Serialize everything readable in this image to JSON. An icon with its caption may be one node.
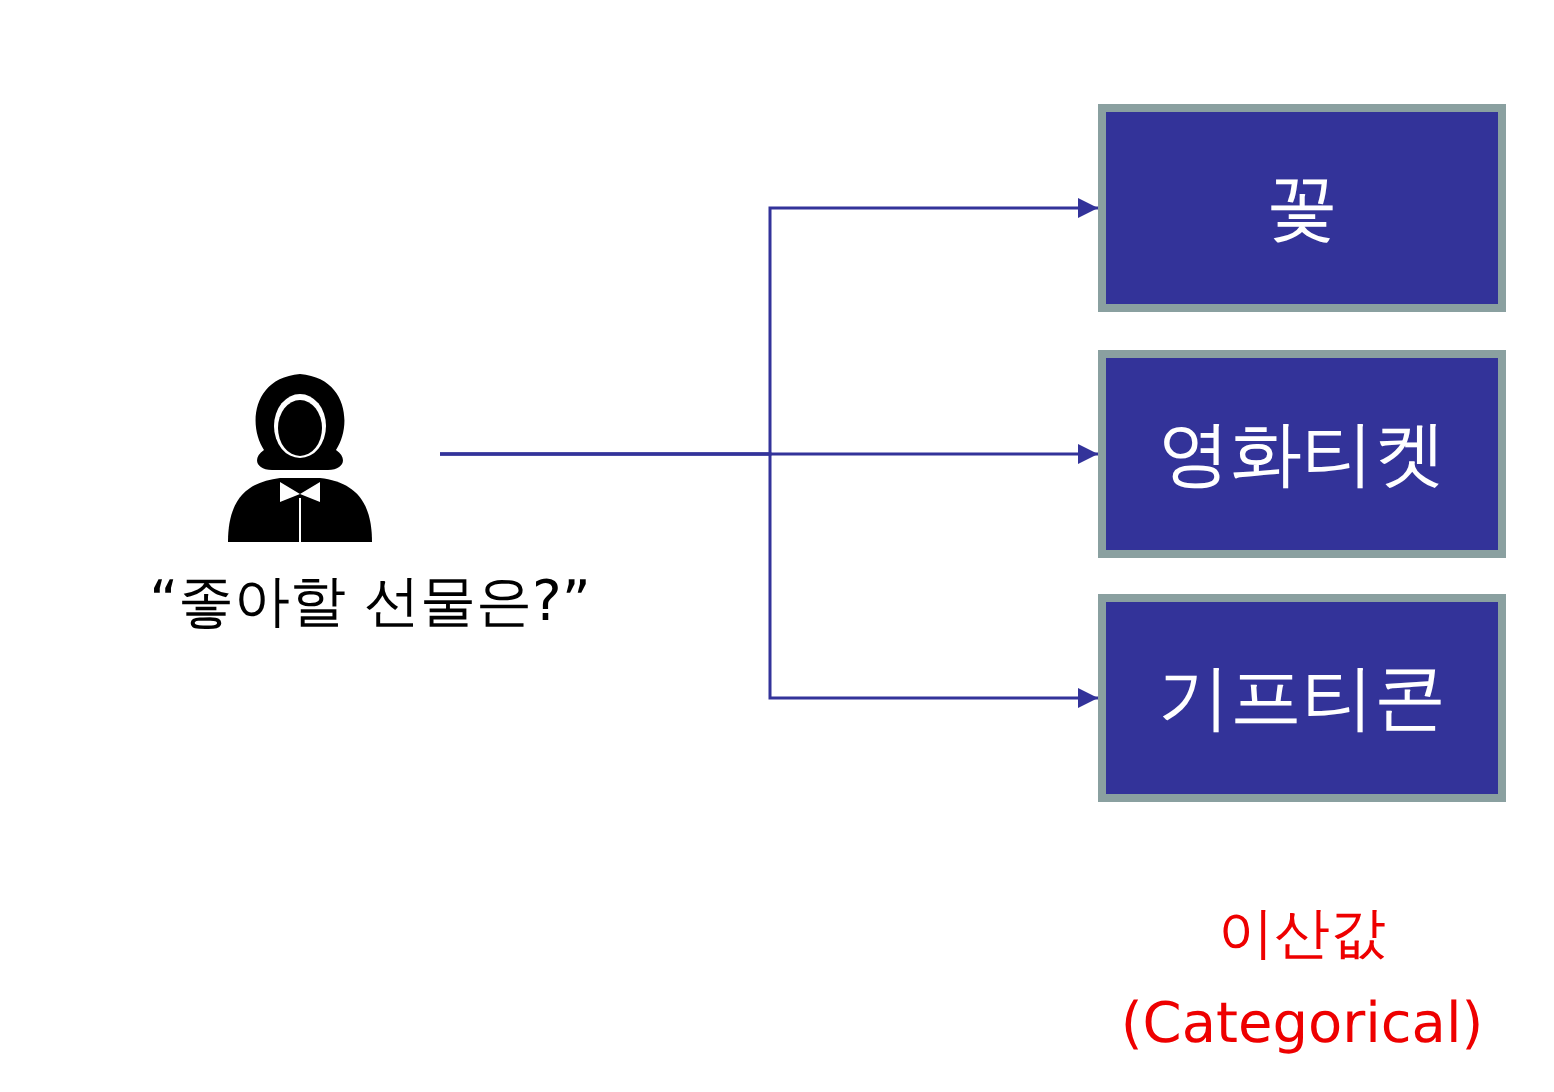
{
  "diagram": {
    "nodes": [
      {
        "text": [],
        "shape": "person",
        "beside": [
          "“좋아할 선물은?”"
        ]
      },
      {
        "text": [
          "꽃"
        ]
      },
      {
        "text": [
          "영화티켓"
        ]
      },
      {
        "text": [
          "기프티콘"
        ]
      }
    ],
    "edges": [
      {
        "from": 0,
        "to": 1,
        "arrow": "to"
      },
      {
        "from": 0,
        "to": 2,
        "arrow": "to"
      },
      {
        "from": 0,
        "to": 3,
        "arrow": "to"
      }
    ],
    "labels": [
      "이산값",
      "(Categorical)"
    ]
  }
}
